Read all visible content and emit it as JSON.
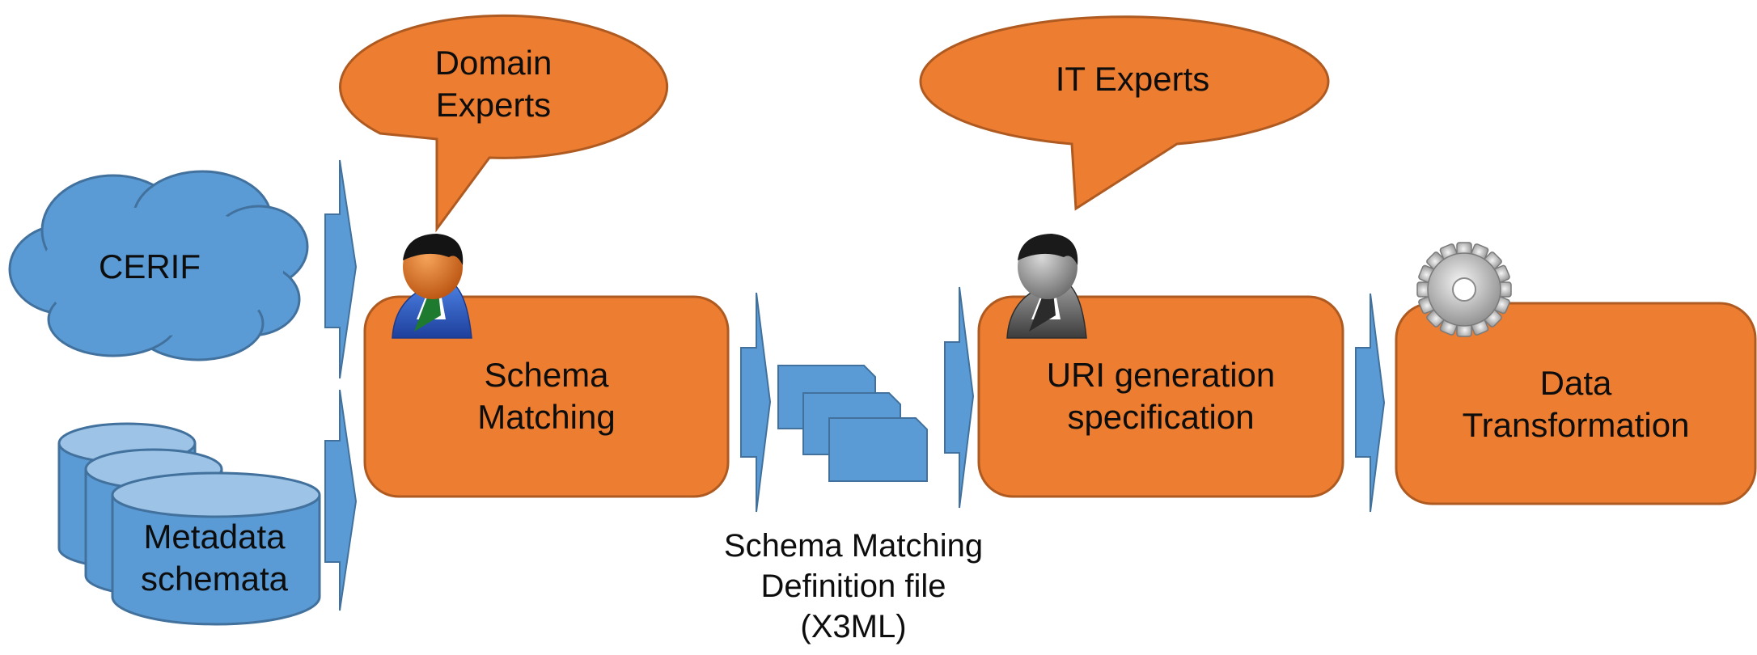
{
  "colors": {
    "process_fill": "#ED7D31",
    "process_stroke": "#AE5A21",
    "blue_fill": "#5B9BD5",
    "blue_stroke": "#41719C",
    "light_blue": "#9DC3E6"
  },
  "callouts": {
    "domain_experts": "Domain\nExperts",
    "it_experts": "IT Experts"
  },
  "inputs": {
    "cerif": "CERIF",
    "metadata": "Metadata\nschemata"
  },
  "processes": {
    "schema_matching": "Schema\nMatching",
    "uri_generation": "URI generation\nspecification",
    "data_transformation": "Data\nTransformation"
  },
  "artifact": {
    "definition_file": "Schema Matching\nDefinition file\n(X3ML)"
  },
  "icons": [
    "domain-expert-person-icon",
    "it-expert-person-icon",
    "gear-icon",
    "documents-icon",
    "cloud-icon",
    "database-icon"
  ]
}
